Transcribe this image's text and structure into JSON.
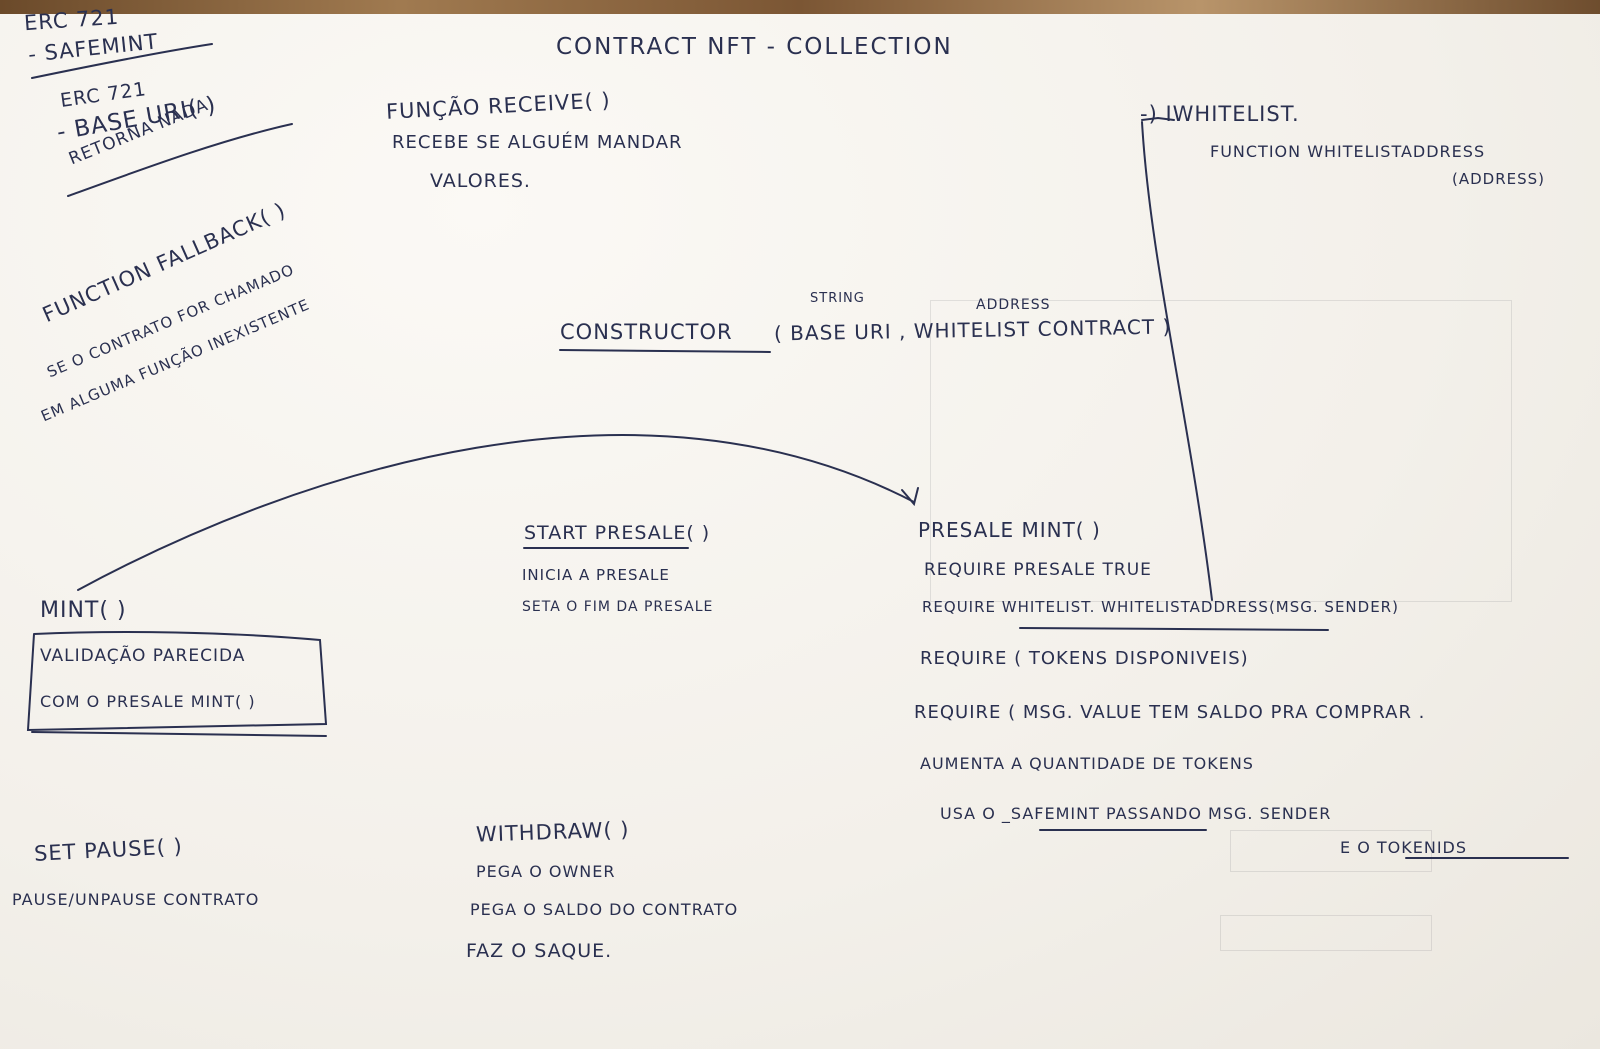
{
  "header_notes": {
    "erc721_title": "ERC 721",
    "safemint": "- SAFEMINT",
    "erc721_sub": "ERC 721",
    "base_uri_fn": "- BASE URI( )",
    "returns_nothing": "RETORNA NADA"
  },
  "title": "CONTRACT NFT - COLLECTION",
  "receive": {
    "heading": "FUNÇÃO RECEIVE( )",
    "line1": "RECEBE SE ALGUÉM MANDAR",
    "line2": "VALORES."
  },
  "fallback": {
    "heading": "FUNCTION FALLBACK( )",
    "line1": "SE O CONTRATO FOR CHAMADO",
    "line2": "EM ALGUMA FUNÇÃO INEXISTENTE"
  },
  "constructor": {
    "label": "CONSTRUCTOR",
    "type1": "STRING",
    "type2": "ADDRESS",
    "args": "( BASE URI , WHITELIST CONTRACT )"
  },
  "iwhitelist": {
    "heading": "-) IWHITELIST.",
    "line1": "FUNCTION WHITELISTADDRESS",
    "line2": "(ADDRESS)"
  },
  "start_presale": {
    "heading": "START PRESALE( )",
    "line1": "INICIA A PRESALE",
    "line2": "SETA O FIM DA PRESALE"
  },
  "presale_mint": {
    "heading": "PRESALE MINT( )",
    "lines": [
      "REQUIRE PRESALE TRUE",
      "REQUIRE WHITELIST. WHITELISTADDRESS(MSG. SENDER)",
      "REQUIRE ( TOKENS DISPONIVEIS)",
      "REQUIRE ( MSG. VALUE TEM SALDO PRA COMPRAR .",
      "AUMENTA A QUANTIDADE DE TOKENS"
    ],
    "usa_line": "USA O _SAFEMINT PASSANDO MSG. SENDER",
    "usa_line2": "E O TOKENIDS"
  },
  "mint": {
    "heading": "MINT( )",
    "line1": "VALIDAÇÃO PARECIDA",
    "line2": "COM O PRESALE MINT( )"
  },
  "set_pause": {
    "heading": "SET PAUSE( )",
    "line1": "PAUSE/UNPAUSE CONTRATO"
  },
  "withdraw": {
    "heading": "WITHDRAW( )",
    "line1": "PEGA O OWNER",
    "line2": "PEGA O SALDO DO CONTRATO",
    "line3": "FAZ O SAQUE."
  },
  "colors": {
    "ink": "#2a3050",
    "paper": "#f6f3ee",
    "ghost": "#787882"
  }
}
